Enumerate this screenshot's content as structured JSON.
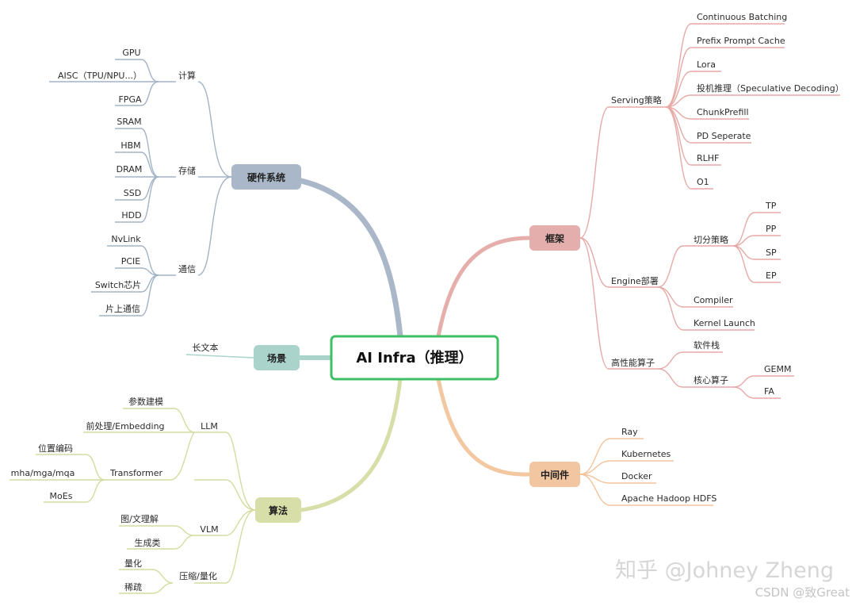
{
  "root": {
    "label": "AI Infra（推理）"
  },
  "colors": {
    "hardware": "#9fb0c4",
    "hardware_box": "#a9b7c8",
    "framework": "#e6aaa7",
    "framework_box": "#e3aeac",
    "middleware": "#f3c39b",
    "middleware_box": "#f2c6a0",
    "algorithm": "#d4dc9f",
    "algorithm_box": "#d8dea8",
    "scene": "#a8d4cc",
    "scene_box": "#a9d3cb",
    "root_border": "#3fbf64"
  },
  "branches": {
    "hardware": {
      "label": "硬件系统",
      "compute": {
        "label": "计算",
        "items": [
          "GPU",
          "AISC（TPU/NPU...）",
          "FPGA"
        ]
      },
      "storage": {
        "label": "存储",
        "items": [
          "SRAM",
          "HBM",
          "DRAM",
          "SSD",
          "HDD"
        ]
      },
      "comm": {
        "label": "通信",
        "items": [
          "NvLink",
          "PCIE",
          "Switch芯片",
          "片上通信"
        ]
      }
    },
    "scene": {
      "label": "场景",
      "items": [
        "长文本"
      ]
    },
    "algorithm": {
      "label": "算法",
      "llm": {
        "label": "LLM",
        "items": [
          "参数建模",
          "前处理/Embedding"
        ]
      },
      "transformer": {
        "label": "Transformer",
        "items": [
          "位置编码",
          "mha/mga/mqa",
          "MoEs"
        ]
      },
      "vlm": {
        "label": "VLM",
        "items": [
          "图/文理解",
          "生成类"
        ]
      },
      "compress": {
        "label": "压缩/量化",
        "items": [
          "量化",
          "稀疏"
        ]
      }
    },
    "framework": {
      "label": "框架",
      "serving": {
        "label": "Serving策略",
        "items": [
          "Continuous Batching",
          "Prefix Prompt Cache",
          "Lora",
          "投机推理（Speculative Decoding）",
          "ChunkPrefill",
          "PD Seperate",
          "RLHF",
          "O1"
        ]
      },
      "engine": {
        "label": "Engine部署",
        "split_label": "切分策略",
        "split_items": [
          "TP",
          "PP",
          "SP",
          "EP"
        ],
        "items": [
          "Compiler",
          "Kernel Launch"
        ]
      },
      "hpc": {
        "label": "高性能算子",
        "stack": "软件栈",
        "core_label": "核心算子",
        "core_items": [
          "GEMM",
          "FA"
        ]
      }
    },
    "middleware": {
      "label": "中间件",
      "items": [
        "Ray",
        "Kubernetes",
        "Docker",
        "Apache Hadoop HDFS"
      ]
    }
  },
  "watermark": {
    "zhihu": "知乎 @Johney Zheng",
    "csdn": "CSDN @致Great"
  }
}
